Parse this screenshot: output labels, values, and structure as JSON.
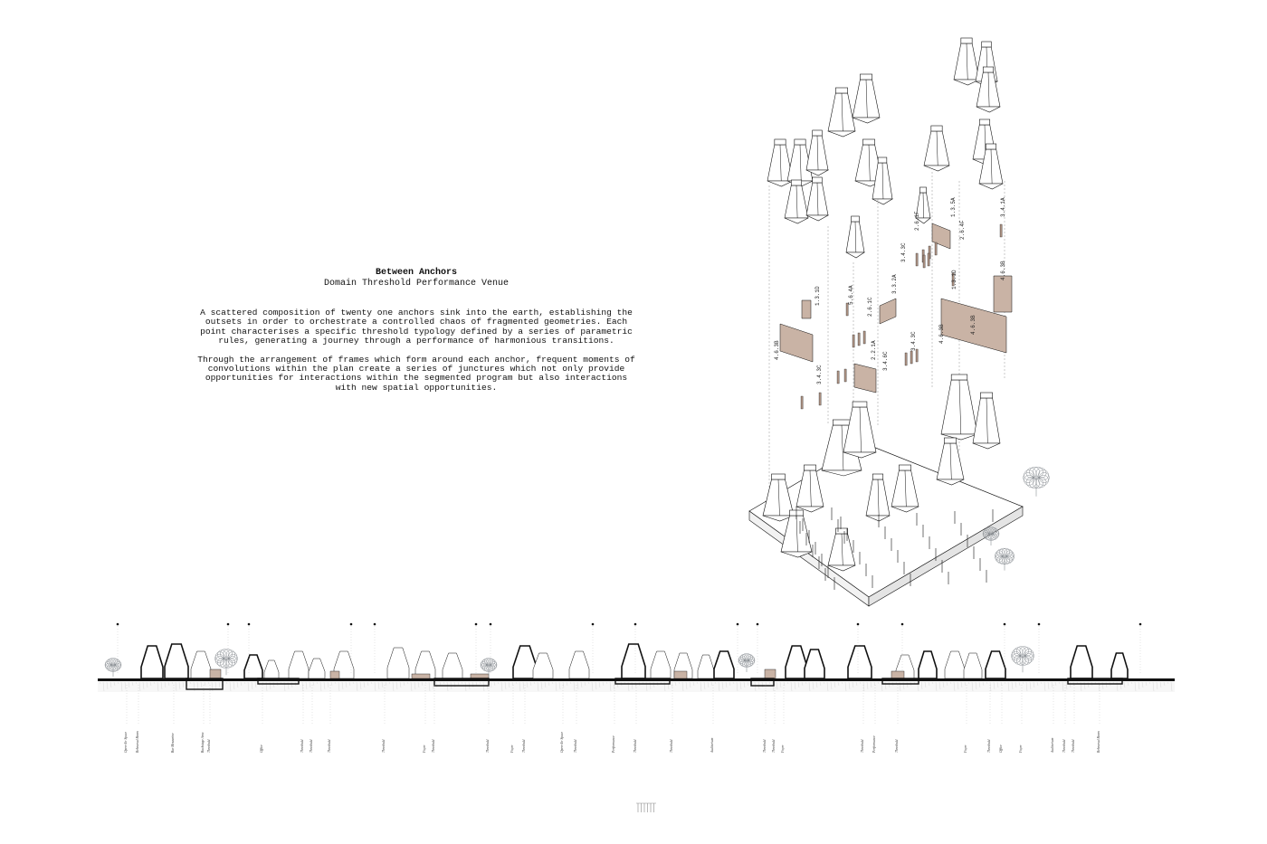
{
  "title": "Between Anchors",
  "subtitle": "Domain Threshold Performance Venue",
  "paragraphs": [
    "A scattered composition of twenty one anchors sink into the earth, establishing the\noutsets in order to orchestrate a controlled chaos of fragmented geometries. Each\npoint characterises a specific threshold typology defined by a series of parametric\nrules, generating a journey through a performance of harmonious transitions.",
    "Through the arrangement of frames which form around each anchor, frequent moments of\nconvolutions within the plan create a series of junctures which not only provide\nopportunities for interactions within the segmented program but also interactions\nwith new spatial opportunities."
  ],
  "axon_tags": [
    "4.6.3B",
    "1.3.1D",
    "3.4.3C",
    "5.6.4A",
    "2.6.1C",
    "2.2.1A",
    "3.4.6C",
    "3.3.2A",
    "3.4.3C",
    "2.6.1F",
    "3.4.3C",
    "1.3.1D",
    "1.3.5A",
    "2.6.4F",
    "4.6.3B",
    "4.6.3B",
    "3.4.1A",
    "4.6.3B"
  ],
  "section_labels": [
    "Open-Air Space",
    "Rehearsal Room",
    "Bar Mezzanine",
    "Backstage Area",
    "Threshold",
    "Office",
    "Threshold",
    "Threshold",
    "Threshold",
    "Threshold",
    "Foyer",
    "Threshold",
    "Threshold",
    "Foyer",
    "Threshold",
    "Open-Air Space",
    "Threshold",
    "Performance",
    "Threshold",
    "Threshold",
    "Auditorium",
    "Threshold",
    "Threshold",
    "Foyer",
    "Threshold",
    "Performance",
    "Threshold",
    "Foyer",
    "Threshold",
    "Office",
    "Foyer",
    "Auditorium",
    "Threshold",
    "Threshold",
    "Rehearsal Room"
  ],
  "colors": {
    "ink": "#111111",
    "fill_accent": "#c9b3a5",
    "fill_accent_dark": "#a98f80",
    "tree": "#8a8f94"
  }
}
